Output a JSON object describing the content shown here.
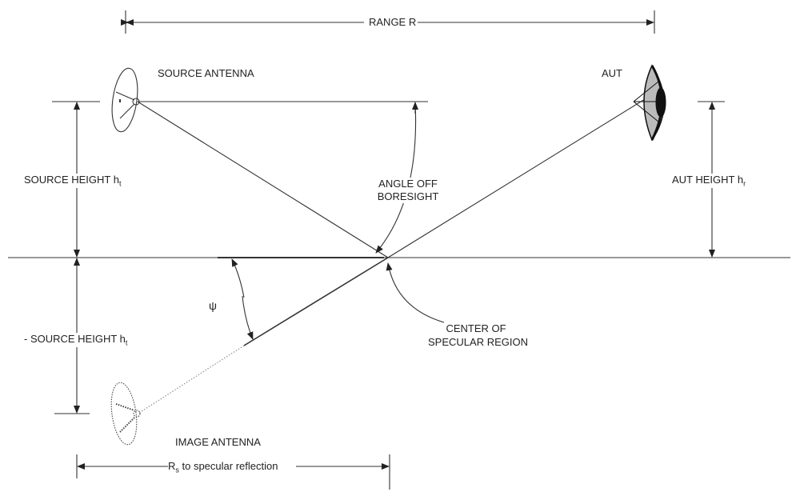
{
  "labels": {
    "range": "RANGE R",
    "source_antenna": "SOURCE ANTENNA",
    "aut": "AUT",
    "angle_off_boresight_1": "ANGLE OFF",
    "angle_off_boresight_2": "BORESIGHT",
    "source_height": "SOURCE HEIGHT h",
    "source_height_sub": "t",
    "aut_height": "AUT HEIGHT h",
    "aut_height_sub": "r",
    "psi": "ψ",
    "neg_source_height": "- SOURCE HEIGHT h",
    "neg_source_height_sub": "t",
    "center_specular_1": "CENTER OF",
    "center_specular_2": "SPECULAR REGION",
    "image_antenna": "IMAGE ANTENNA",
    "rs": "R",
    "rs_sub": "s",
    "rs_rest": " to specular reflection"
  },
  "colors": {
    "line": "#333333",
    "aut_fill": "#bbbbbb"
  }
}
